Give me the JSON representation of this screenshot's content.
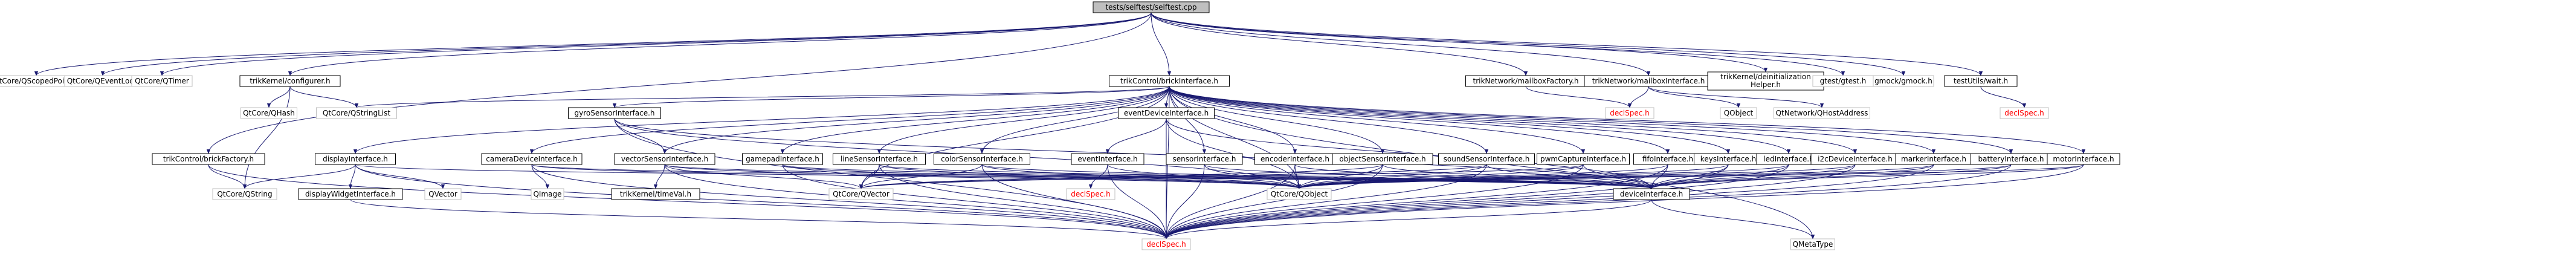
{
  "diagram": {
    "root": "tests/selftest/selftest.cpp",
    "colors": {
      "root_fill": "#bfbfbf",
      "node_border": "#000000",
      "missing_border": "#bfbfbf",
      "missing_text": "#ff0000",
      "edge": "#191970"
    },
    "nodes": [
      {
        "id": "root",
        "label": "tests/selftest/selftest.cpp",
        "style": "root"
      },
      {
        "id": "qscopedpointer",
        "label": "QtCore/QScopedPointer",
        "style": "system"
      },
      {
        "id": "qeventloop",
        "label": "QtCore/QEventLoop",
        "style": "system"
      },
      {
        "id": "qtimer",
        "label": "QtCore/QTimer",
        "style": "system"
      },
      {
        "id": "configurer",
        "label": "trikKernel/configurer.h",
        "style": "file"
      },
      {
        "id": "brickfactory",
        "label": "trikControl/brickFactory.h",
        "style": "file"
      },
      {
        "id": "brickinterface",
        "label": "trikControl/brickInterface.h",
        "style": "file"
      },
      {
        "id": "mailboxfactory",
        "label": "trikNetwork/mailboxFactory.h",
        "style": "file"
      },
      {
        "id": "mailboxinterface",
        "label": "trikNetwork/mailboxInterface.h",
        "style": "file"
      },
      {
        "id": "deinit",
        "label": "trikKernel/deinitialization",
        "label2": "Helper.h",
        "style": "file"
      },
      {
        "id": "gtest",
        "label": "gtest/gtest.h",
        "style": "system"
      },
      {
        "id": "gmock",
        "label": "gmock/gmock.h",
        "style": "system"
      },
      {
        "id": "wait",
        "label": "testUtils/wait.h",
        "style": "file"
      },
      {
        "id": "qhash",
        "label": "QtCore/QHash",
        "style": "system"
      },
      {
        "id": "qstringlist",
        "label": "QtCore/QStringList",
        "style": "system"
      },
      {
        "id": "declspec_mb",
        "label": "declSpec.h",
        "style": "missing"
      },
      {
        "id": "qobject",
        "label": "QObject",
        "style": "system"
      },
      {
        "id": "qhostaddress",
        "label": "QtNetwork/QHostAddress",
        "style": "system"
      },
      {
        "id": "declspec_wait",
        "label": "declSpec.h",
        "style": "missing"
      },
      {
        "id": "gyro",
        "label": "gyroSensorInterface.h",
        "style": "file"
      },
      {
        "id": "eventdevice",
        "label": "eventDeviceInterface.h",
        "style": "file"
      },
      {
        "id": "display",
        "label": "displayInterface.h",
        "style": "file"
      },
      {
        "id": "camera",
        "label": "cameraDeviceInterface.h",
        "style": "file"
      },
      {
        "id": "vectorsensor",
        "label": "vectorSensorInterface.h",
        "style": "file"
      },
      {
        "id": "gamepad",
        "label": "gamepadInterface.h",
        "style": "file"
      },
      {
        "id": "linesensor",
        "label": "lineSensorInterface.h",
        "style": "file"
      },
      {
        "id": "colorsensor",
        "label": "colorSensorInterface.h",
        "style": "file"
      },
      {
        "id": "event",
        "label": "eventInterface.h",
        "style": "file"
      },
      {
        "id": "sensor",
        "label": "sensorInterface.h",
        "style": "file"
      },
      {
        "id": "encoder",
        "label": "encoderInterface.h",
        "style": "file"
      },
      {
        "id": "objectsensor",
        "label": "objectSensorInterface.h",
        "style": "file"
      },
      {
        "id": "soundsensor",
        "label": "soundSensorInterface.h",
        "style": "file"
      },
      {
        "id": "pwmcapture",
        "label": "pwmCaptureInterface.h",
        "style": "file"
      },
      {
        "id": "fifo",
        "label": "fifoInterface.h",
        "style": "file"
      },
      {
        "id": "keys",
        "label": "keysInterface.h",
        "style": "file"
      },
      {
        "id": "led",
        "label": "ledInterface.h",
        "style": "file"
      },
      {
        "id": "i2c",
        "label": "i2cDeviceInterface.h",
        "style": "file"
      },
      {
        "id": "marker",
        "label": "markerInterface.h",
        "style": "file"
      },
      {
        "id": "battery",
        "label": "batteryInterface.h",
        "style": "file"
      },
      {
        "id": "motor",
        "label": "motorInterface.h",
        "style": "file"
      },
      {
        "id": "qstring",
        "label": "QtCore/QString",
        "style": "system"
      },
      {
        "id": "displaywidget",
        "label": "displayWidgetInterface.h",
        "style": "file"
      },
      {
        "id": "qvector_plain",
        "label": "QVector",
        "style": "system"
      },
      {
        "id": "qimage",
        "label": "QImage",
        "style": "system"
      },
      {
        "id": "timeval",
        "label": "trikKernel/timeVal.h",
        "style": "file"
      },
      {
        "id": "qtvector",
        "label": "QtCore/QVector",
        "style": "system"
      },
      {
        "id": "qtqobject",
        "label": "QtCore/QObject",
        "style": "system"
      },
      {
        "id": "deviceinterface",
        "label": "deviceInterface.h",
        "style": "file"
      },
      {
        "id": "declspec",
        "label": "declSpec.h",
        "style": "missing"
      },
      {
        "id": "qmetatype",
        "label": "QMetaType",
        "style": "system"
      },
      {
        "id": "declspec_ev",
        "label": "declSpec.h",
        "style": "missing"
      }
    ],
    "edges": [
      [
        "root",
        "qscopedpointer"
      ],
      [
        "root",
        "qeventloop"
      ],
      [
        "root",
        "qtimer"
      ],
      [
        "root",
        "configurer"
      ],
      [
        "root",
        "brickfactory"
      ],
      [
        "root",
        "brickinterface"
      ],
      [
        "root",
        "mailboxfactory"
      ],
      [
        "root",
        "mailboxinterface"
      ],
      [
        "root",
        "deinit"
      ],
      [
        "root",
        "gtest"
      ],
      [
        "root",
        "gmock"
      ],
      [
        "root",
        "wait"
      ],
      [
        "configurer",
        "qhash"
      ],
      [
        "configurer",
        "qstringlist"
      ],
      [
        "configurer",
        "qstring"
      ],
      [
        "brickfactory",
        "qstring"
      ],
      [
        "brickfactory",
        "declspec"
      ],
      [
        "mailboxfactory",
        "declspec_mb"
      ],
      [
        "mailboxinterface",
        "qobject"
      ],
      [
        "mailboxinterface",
        "qhostaddress"
      ],
      [
        "mailboxinterface",
        "declspec_mb"
      ],
      [
        "wait",
        "declspec_wait"
      ],
      [
        "brickinterface",
        "qtqobject"
      ],
      [
        "brickinterface",
        "qstringlist"
      ],
      [
        "brickinterface",
        "qtvector"
      ],
      [
        "brickinterface",
        "qmetatype"
      ],
      [
        "brickinterface",
        "declspec"
      ],
      [
        "brickinterface",
        "gyro"
      ],
      [
        "brickinterface",
        "eventdevice"
      ],
      [
        "brickinterface",
        "display"
      ],
      [
        "brickinterface",
        "camera"
      ],
      [
        "brickinterface",
        "vectorsensor"
      ],
      [
        "brickinterface",
        "gamepad"
      ],
      [
        "brickinterface",
        "linesensor"
      ],
      [
        "brickinterface",
        "colorsensor"
      ],
      [
        "brickinterface",
        "sensor"
      ],
      [
        "brickinterface",
        "encoder"
      ],
      [
        "brickinterface",
        "objectsensor"
      ],
      [
        "brickinterface",
        "soundsensor"
      ],
      [
        "brickinterface",
        "pwmcapture"
      ],
      [
        "brickinterface",
        "fifo"
      ],
      [
        "brickinterface",
        "keys"
      ],
      [
        "brickinterface",
        "led"
      ],
      [
        "brickinterface",
        "i2c"
      ],
      [
        "brickinterface",
        "marker"
      ],
      [
        "brickinterface",
        "battery"
      ],
      [
        "brickinterface",
        "motor"
      ],
      [
        "gyro",
        "vectorsensor"
      ],
      [
        "gyro",
        "qtqobject"
      ],
      [
        "gyro",
        "deviceinterface"
      ],
      [
        "gyro",
        "declspec"
      ],
      [
        "vectorsensor",
        "timeval"
      ],
      [
        "vectorsensor",
        "qtvector"
      ],
      [
        "vectorsensor",
        "qtqobject"
      ],
      [
        "vectorsensor",
        "deviceinterface"
      ],
      [
        "vectorsensor",
        "declspec"
      ],
      [
        "eventdevice",
        "event"
      ],
      [
        "eventdevice",
        "qtqobject"
      ],
      [
        "eventdevice",
        "deviceinterface"
      ],
      [
        "eventdevice",
        "declspec"
      ],
      [
        "event",
        "declspec_ev"
      ],
      [
        "event",
        "qtqobject"
      ],
      [
        "event",
        "declspec"
      ],
      [
        "display",
        "qstring"
      ],
      [
        "display",
        "displaywidget"
      ],
      [
        "display",
        "qvector_plain"
      ],
      [
        "display",
        "deviceinterface"
      ],
      [
        "display",
        "declspec"
      ],
      [
        "displaywidget",
        "declspec"
      ],
      [
        "camera",
        "qimage"
      ],
      [
        "camera",
        "qtqobject"
      ],
      [
        "camera",
        "deviceinterface"
      ],
      [
        "camera",
        "declspec"
      ],
      [
        "gamepad",
        "qtqobject"
      ],
      [
        "gamepad",
        "deviceinterface"
      ],
      [
        "gamepad",
        "declspec"
      ],
      [
        "linesensor",
        "qtvector"
      ],
      [
        "linesensor",
        "qtqobject"
      ],
      [
        "linesensor",
        "deviceinterface"
      ],
      [
        "linesensor",
        "declspec"
      ],
      [
        "colorsensor",
        "qtvector"
      ],
      [
        "colorsensor",
        "qtqobject"
      ],
      [
        "colorsensor",
        "deviceinterface"
      ],
      [
        "colorsensor",
        "declspec"
      ],
      [
        "sensor",
        "qtqobject"
      ],
      [
        "sensor",
        "deviceinterface"
      ],
      [
        "sensor",
        "declspec"
      ],
      [
        "encoder",
        "qtqobject"
      ],
      [
        "encoder",
        "deviceinterface"
      ],
      [
        "encoder",
        "declspec"
      ],
      [
        "objectsensor",
        "qtvector"
      ],
      [
        "objectsensor",
        "qtqobject"
      ],
      [
        "objectsensor",
        "deviceinterface"
      ],
      [
        "objectsensor",
        "declspec"
      ],
      [
        "soundsensor",
        "qtvector"
      ],
      [
        "soundsensor",
        "qtqobject"
      ],
      [
        "soundsensor",
        "deviceinterface"
      ],
      [
        "soundsensor",
        "declspec"
      ],
      [
        "pwmcapture",
        "qtvector"
      ],
      [
        "pwmcapture",
        "qtqobject"
      ],
      [
        "pwmcapture",
        "deviceinterface"
      ],
      [
        "pwmcapture",
        "declspec"
      ],
      [
        "fifo",
        "qtqobject"
      ],
      [
        "fifo",
        "deviceinterface"
      ],
      [
        "fifo",
        "declspec"
      ],
      [
        "keys",
        "qtqobject"
      ],
      [
        "keys",
        "deviceinterface"
      ],
      [
        "keys",
        "declspec"
      ],
      [
        "led",
        "qtqobject"
      ],
      [
        "led",
        "deviceinterface"
      ],
      [
        "led",
        "declspec"
      ],
      [
        "i2c",
        "qtqobject"
      ],
      [
        "i2c",
        "deviceinterface"
      ],
      [
        "i2c",
        "declspec"
      ],
      [
        "marker",
        "qtqobject"
      ],
      [
        "marker",
        "deviceinterface"
      ],
      [
        "marker",
        "declspec"
      ],
      [
        "battery",
        "qtqobject"
      ],
      [
        "battery",
        "deviceinterface"
      ],
      [
        "battery",
        "declspec"
      ],
      [
        "motor",
        "qtqobject"
      ],
      [
        "motor",
        "deviceinterface"
      ],
      [
        "motor",
        "declspec"
      ],
      [
        "deviceinterface",
        "qmetatype"
      ],
      [
        "deviceinterface",
        "declspec"
      ]
    ]
  }
}
